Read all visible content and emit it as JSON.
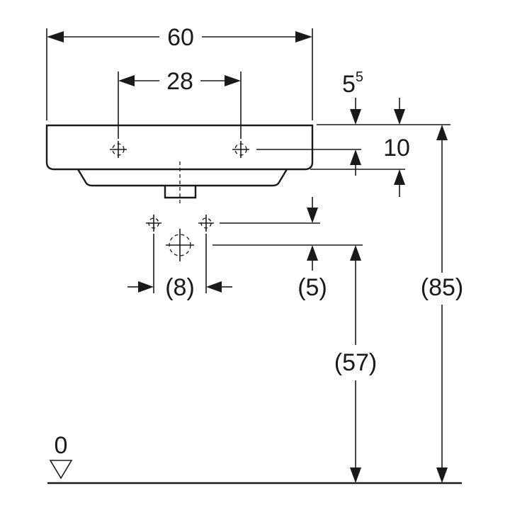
{
  "dimensions": {
    "overall_width": "60",
    "tap_hole_spacing": "28",
    "rim_thickness_main": "5",
    "rim_thickness_sup": "5",
    "tap_hole_offset": "10",
    "waste_hole_spacing": "(8)",
    "waste_drop": "(5)",
    "waste_height": "(57)",
    "rim_height": "(85)",
    "floor_level": "0"
  },
  "colors": {
    "line": "#1a1a1a",
    "background": "#ffffff"
  }
}
